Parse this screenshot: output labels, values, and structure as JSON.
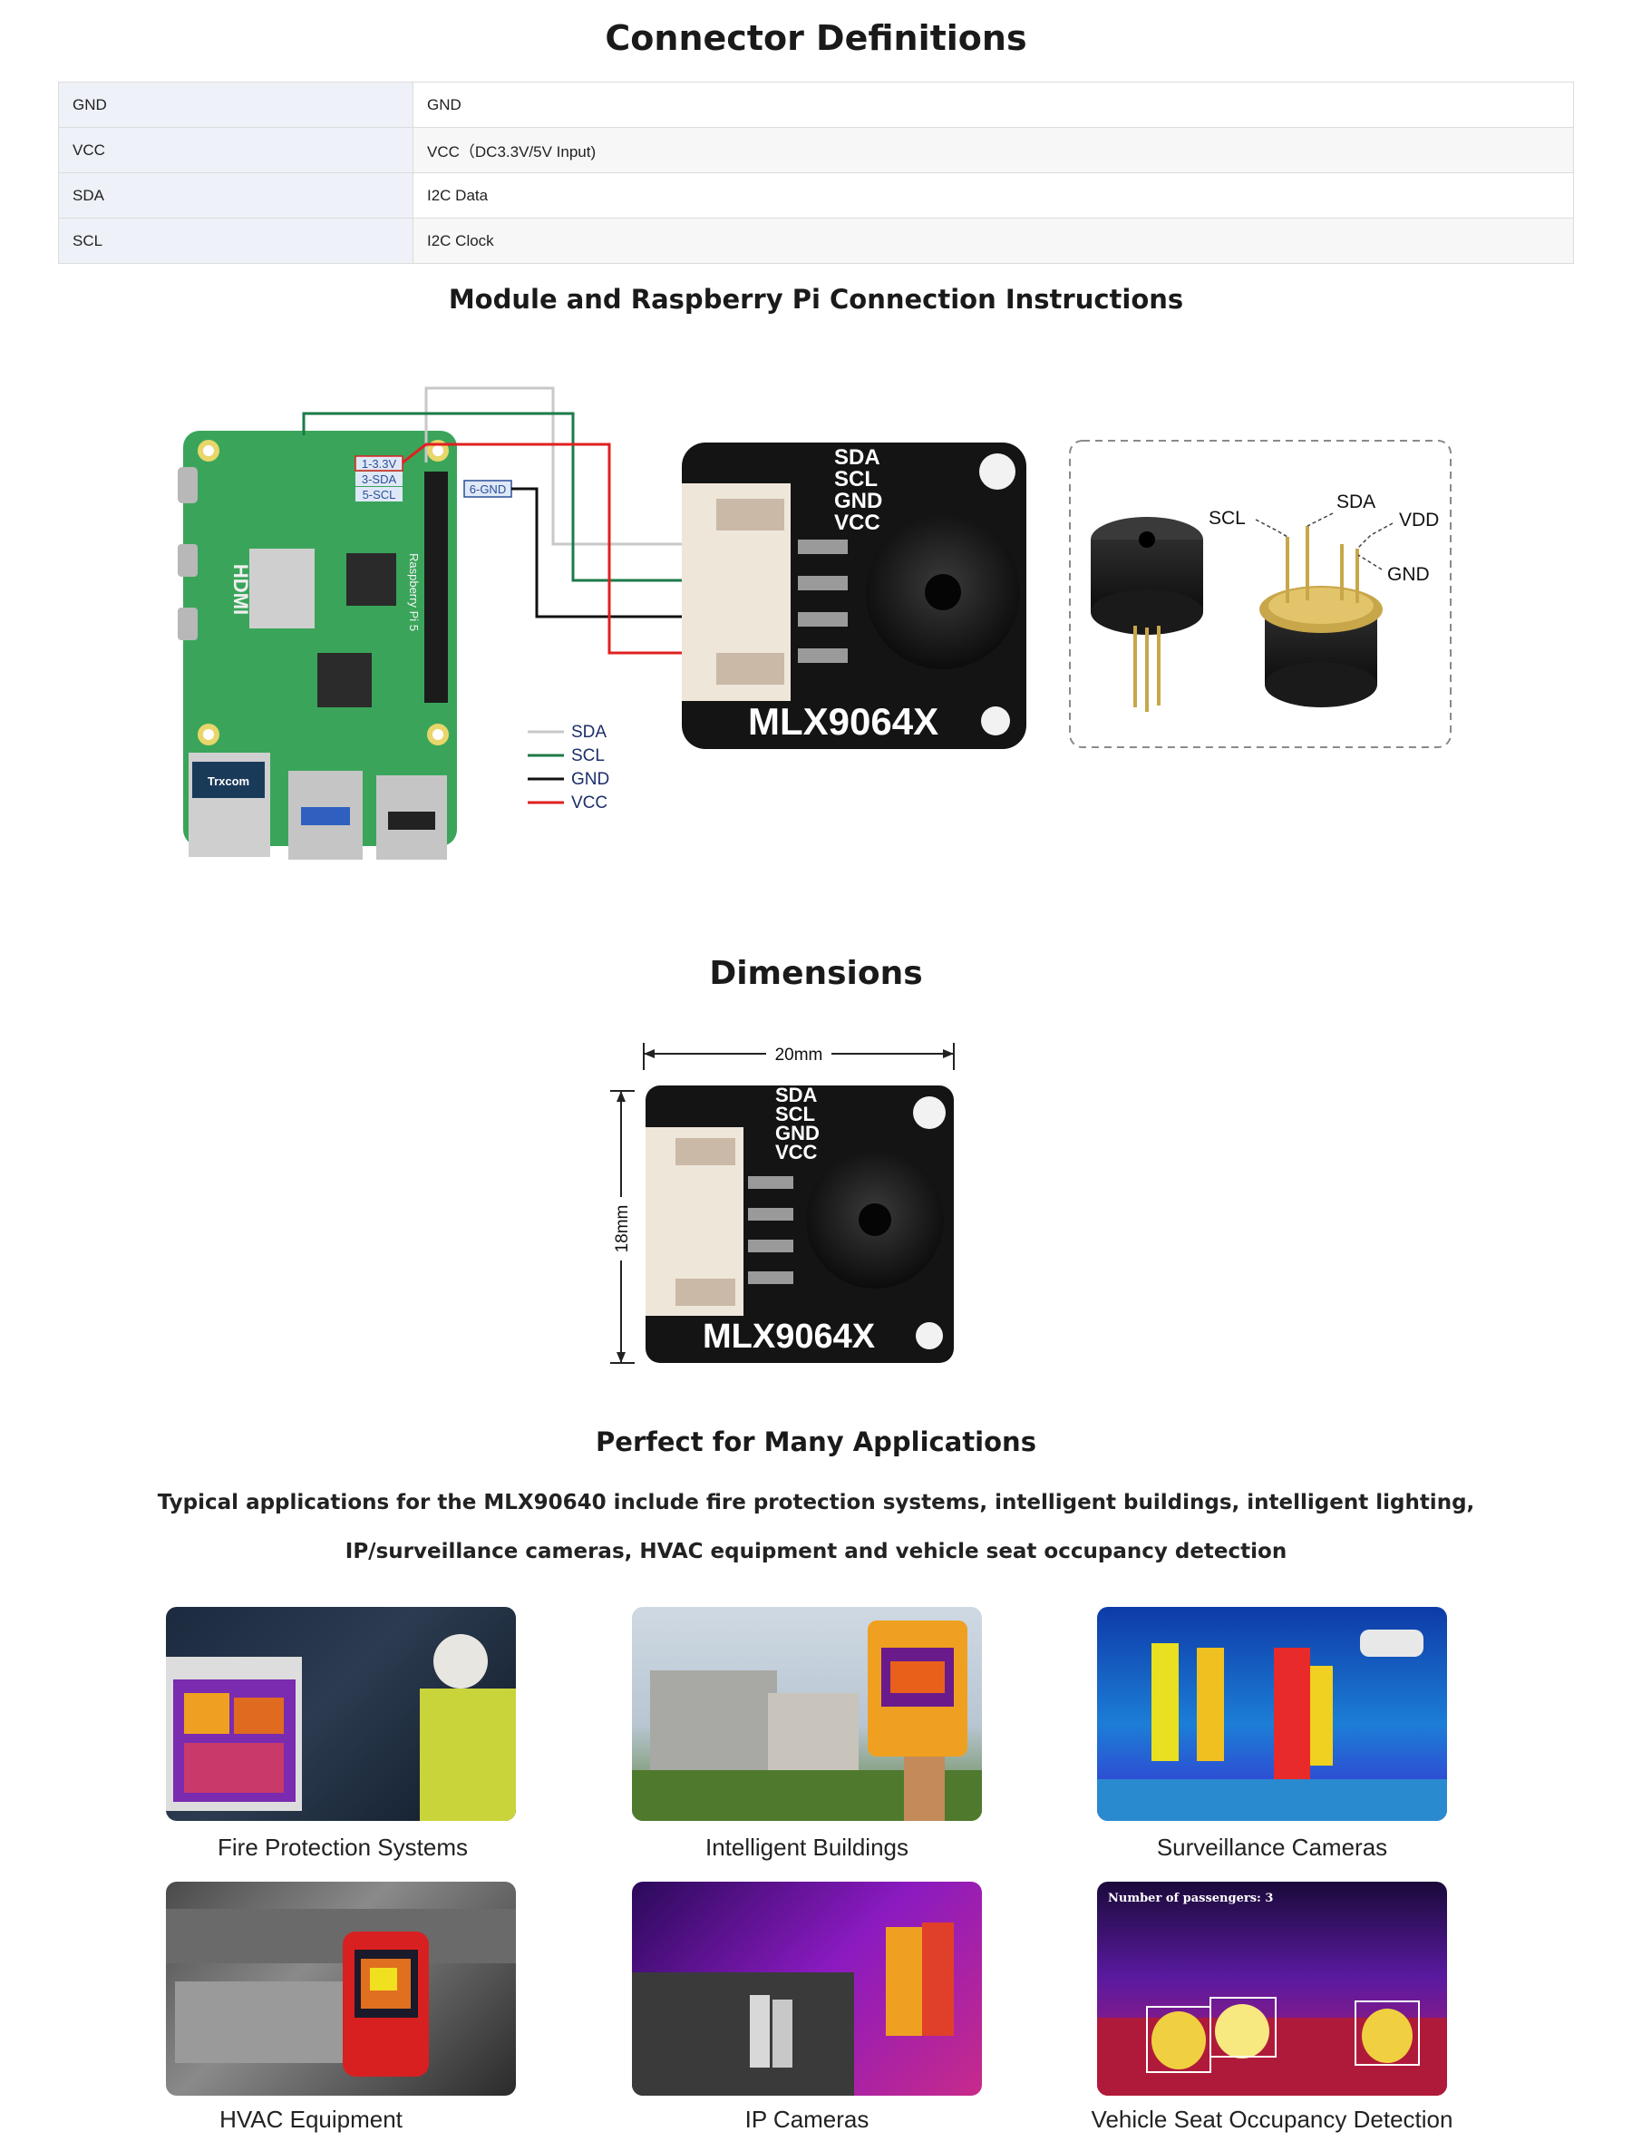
{
  "sections": {
    "connector_title": "Connector Definitions",
    "module_title": "Module and Raspberry Pi Connection Instructions",
    "dimensions_title": "Dimensions",
    "applications_title": "Perfect for Many Applications"
  },
  "connector_table": [
    {
      "pin": "GND",
      "description": "GND"
    },
    {
      "pin": "VCC",
      "description": "VCC（DC3.3V/5V Input)"
    },
    {
      "pin": "SDA",
      "description": "I2C Data"
    },
    {
      "pin": "SCL",
      "description": "I2C Clock"
    }
  ],
  "wiring_diagram": {
    "pi_pin_labels": [
      "1-3.3V",
      "3-SDA",
      "5-SCL",
      "6-GND"
    ],
    "pi_board_text": [
      "HDMI",
      "Raspberry Pi 5",
      "Trxcom"
    ],
    "legend": [
      {
        "label": "SDA",
        "color": "#c8c8c8"
      },
      {
        "label": "SCL",
        "color": "#1c7a4a"
      },
      {
        "label": "GND",
        "color": "#111111"
      },
      {
        "label": "VCC",
        "color": "#e02020"
      }
    ],
    "module_pins": [
      "SDA",
      "SCL",
      "GND",
      "VCC"
    ],
    "module_name": "MLX9064X",
    "sensor_pins": [
      "SCL",
      "SDA",
      "VDD",
      "GND"
    ]
  },
  "dimensions": {
    "width_label": "20mm",
    "height_label": "18mm",
    "module_pins": [
      "SDA",
      "SCL",
      "GND",
      "VCC"
    ],
    "module_name": "MLX9064X"
  },
  "applications": {
    "description_lines": [
      "Typical applications for the MLX90640 include fire protection systems, intelligent buildings, intelligent lighting,",
      "IP/surveillance cameras, HVAC equipment and vehicle seat occupancy detection"
    ],
    "items": [
      {
        "label": "Fire Protection Systems"
      },
      {
        "label": "Intelligent Buildings"
      },
      {
        "label": "Surveillance Cameras"
      },
      {
        "label": "HVAC Equipment"
      },
      {
        "label": "IP Cameras"
      },
      {
        "label": "Vehicle Seat Occupancy Detection",
        "overlay_text": "Number of passengers: 3"
      }
    ]
  },
  "colors": {
    "title_text": "#1a1a1a",
    "table_key_bg": "#eef1f7",
    "wire_sda": "#c8c8c8",
    "wire_scl": "#1c7a4a",
    "wire_gnd": "#111111",
    "wire_vcc": "#e02020",
    "board_green": "#3aa55a",
    "module_black": "#141414"
  }
}
